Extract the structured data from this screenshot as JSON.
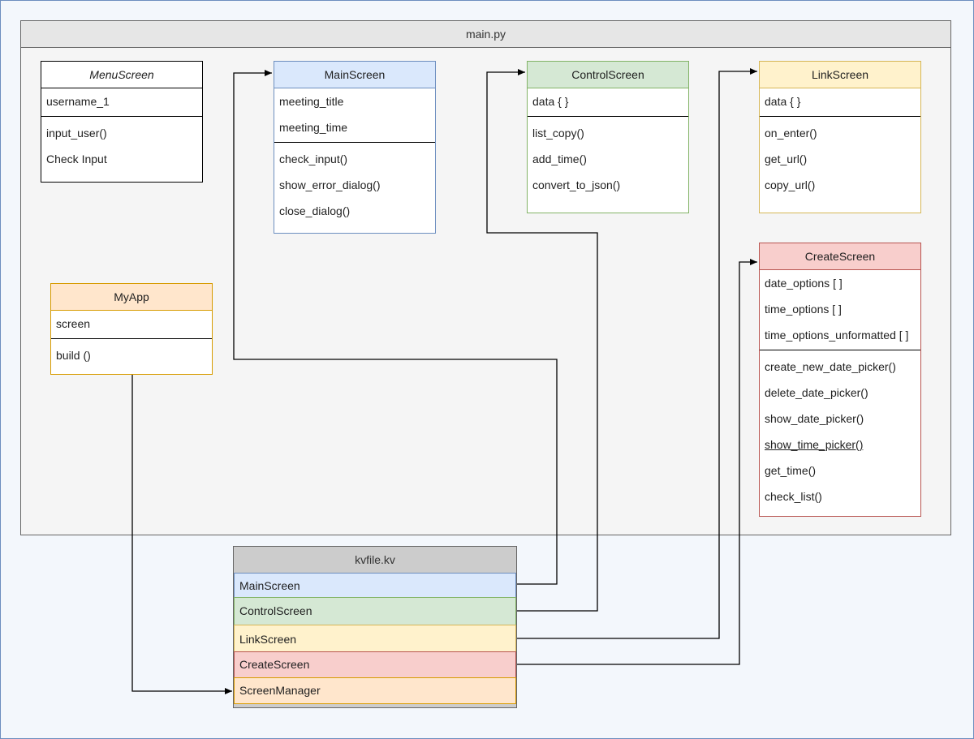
{
  "package": {
    "title": "main.py"
  },
  "classes": {
    "menu": {
      "name": "MenuScreen",
      "fields": [
        "username_1"
      ],
      "methods": [
        "input_user()",
        "Check Input"
      ]
    },
    "main": {
      "name": "MainScreen",
      "fields": [
        "meeting_title",
        "meeting_time"
      ],
      "methods": [
        "check_input()",
        "show_error_dialog()",
        "close_dialog()"
      ]
    },
    "control": {
      "name": "ControlScreen",
      "fields": [
        "data { }"
      ],
      "methods": [
        "list_copy()",
        "add_time()",
        "convert_to_json()"
      ]
    },
    "link": {
      "name": "LinkScreen",
      "fields": [
        "data { }"
      ],
      "methods": [
        "on_enter()",
        "get_url()",
        "copy_url()"
      ]
    },
    "create": {
      "name": "CreateScreen",
      "fields": [
        "date_options [ ]",
        "time_options [ ]",
        "time_options_unformatted [ ]"
      ],
      "methods": [
        "create_new_date_picker()",
        "delete_date_picker()",
        "show_date_picker()",
        "show_time_picker()",
        "get_time()",
        "check_list()"
      ]
    },
    "myapp": {
      "name": "MyApp",
      "fields": [
        "screen"
      ],
      "methods": [
        "build ()"
      ]
    }
  },
  "kvfile": {
    "title": "kvfile.kv",
    "items": [
      "MainScreen",
      "ControlScreen",
      "LinkScreen",
      "CreateScreen",
      "ScreenManager"
    ]
  },
  "colors": {
    "blue_fill": "#dae8fc",
    "blue_stroke": "#6c8ebf",
    "green_fill": "#d5e8d4",
    "green_stroke": "#82b366",
    "yellow_fill": "#fff2cc",
    "yellow_stroke": "#d6b656",
    "red_fill": "#f8cecc",
    "red_stroke": "#b85450",
    "orange_fill": "#ffe6cc",
    "orange_stroke": "#d79b00"
  }
}
